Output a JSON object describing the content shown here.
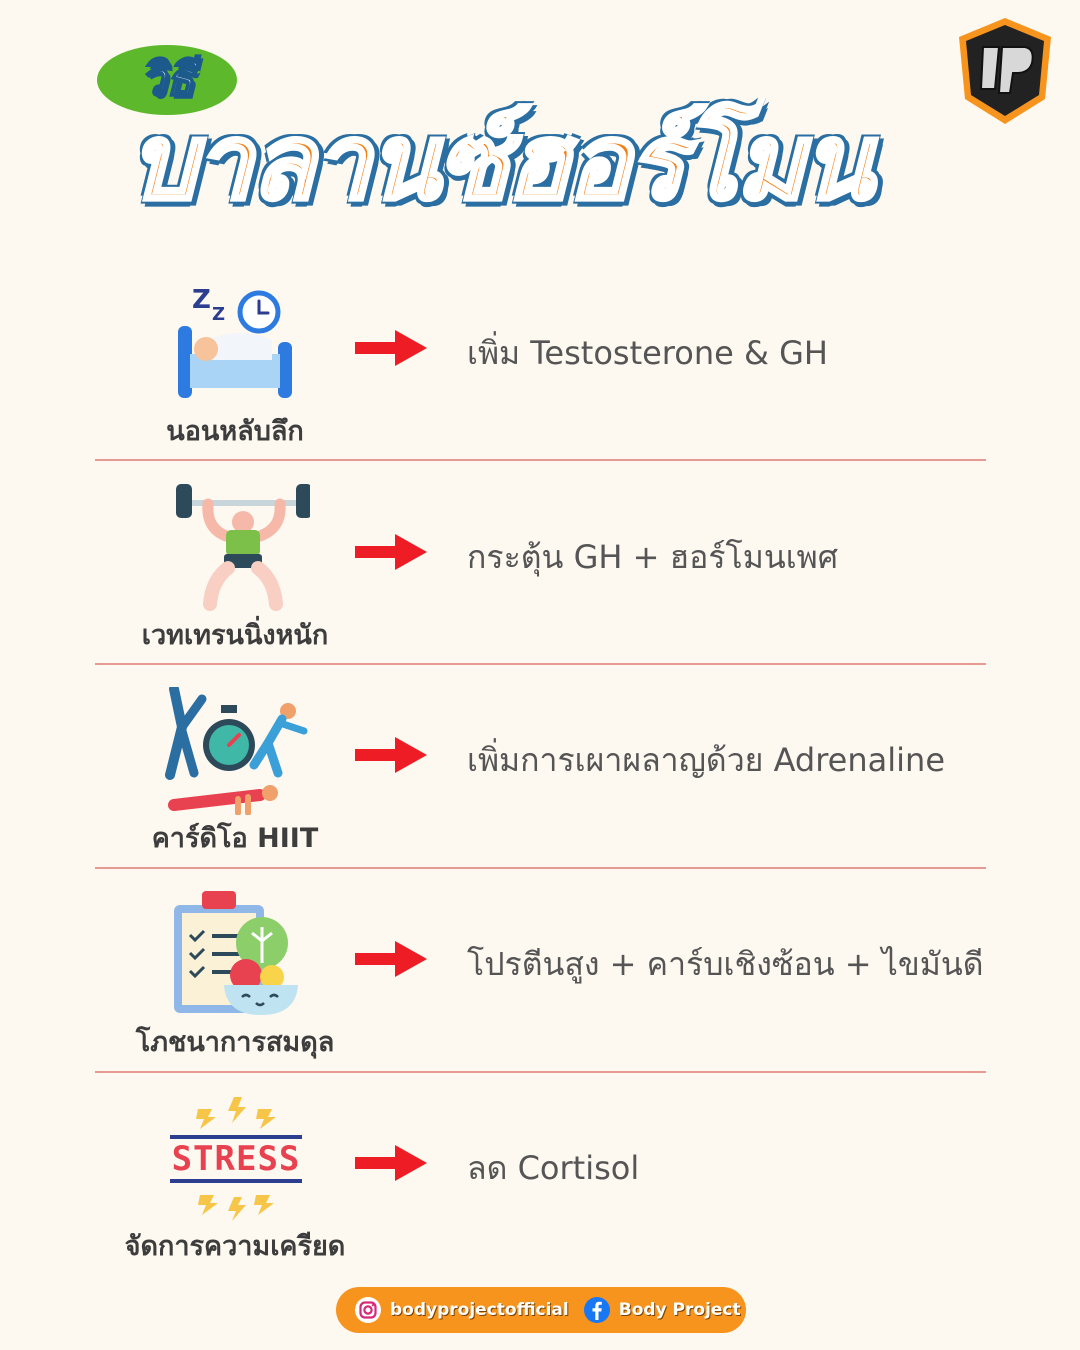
{
  "header": {
    "badge": "วิธี",
    "title": "บาลานซ์ฮอร์โมน"
  },
  "items": [
    {
      "label": "นอนหลับลึก",
      "icon": "sleep-bed-clock-icon",
      "desc": "เพิ่ม Testosterone & GH"
    },
    {
      "label": "เวทเทรนนิ่งหนัก",
      "icon": "weightlifting-icon",
      "desc": "กระตุ้น GH + ฮอร์โมนเพศ"
    },
    {
      "label": "คาร์ดิโอ HIIT",
      "icon": "hiit-stopwatch-icon",
      "desc": "เพิ่มการเผาผลาญด้วย Adrenaline"
    },
    {
      "label": "โภชนาการสมดุล",
      "icon": "nutrition-clipboard-icon",
      "desc": "โปรตีนสูง + คาร์บเชิงซ้อน + ไขมันดี"
    },
    {
      "label": "จัดการความเครียด",
      "icon": "stress-icon",
      "desc": "ลด Cortisol",
      "icon_text": "STRESS"
    }
  ],
  "footer": {
    "instagram": "bodyprojectofficial",
    "facebook": "Body Project"
  },
  "colors": {
    "background": "#fdf8f0",
    "title_orange": "#f47f13",
    "title_outline": "#2a6ea2",
    "badge_green": "#5eb82b",
    "arrow_red": "#ee1c24",
    "divider": "#e59a94",
    "footer_orange": "#f7941d"
  }
}
